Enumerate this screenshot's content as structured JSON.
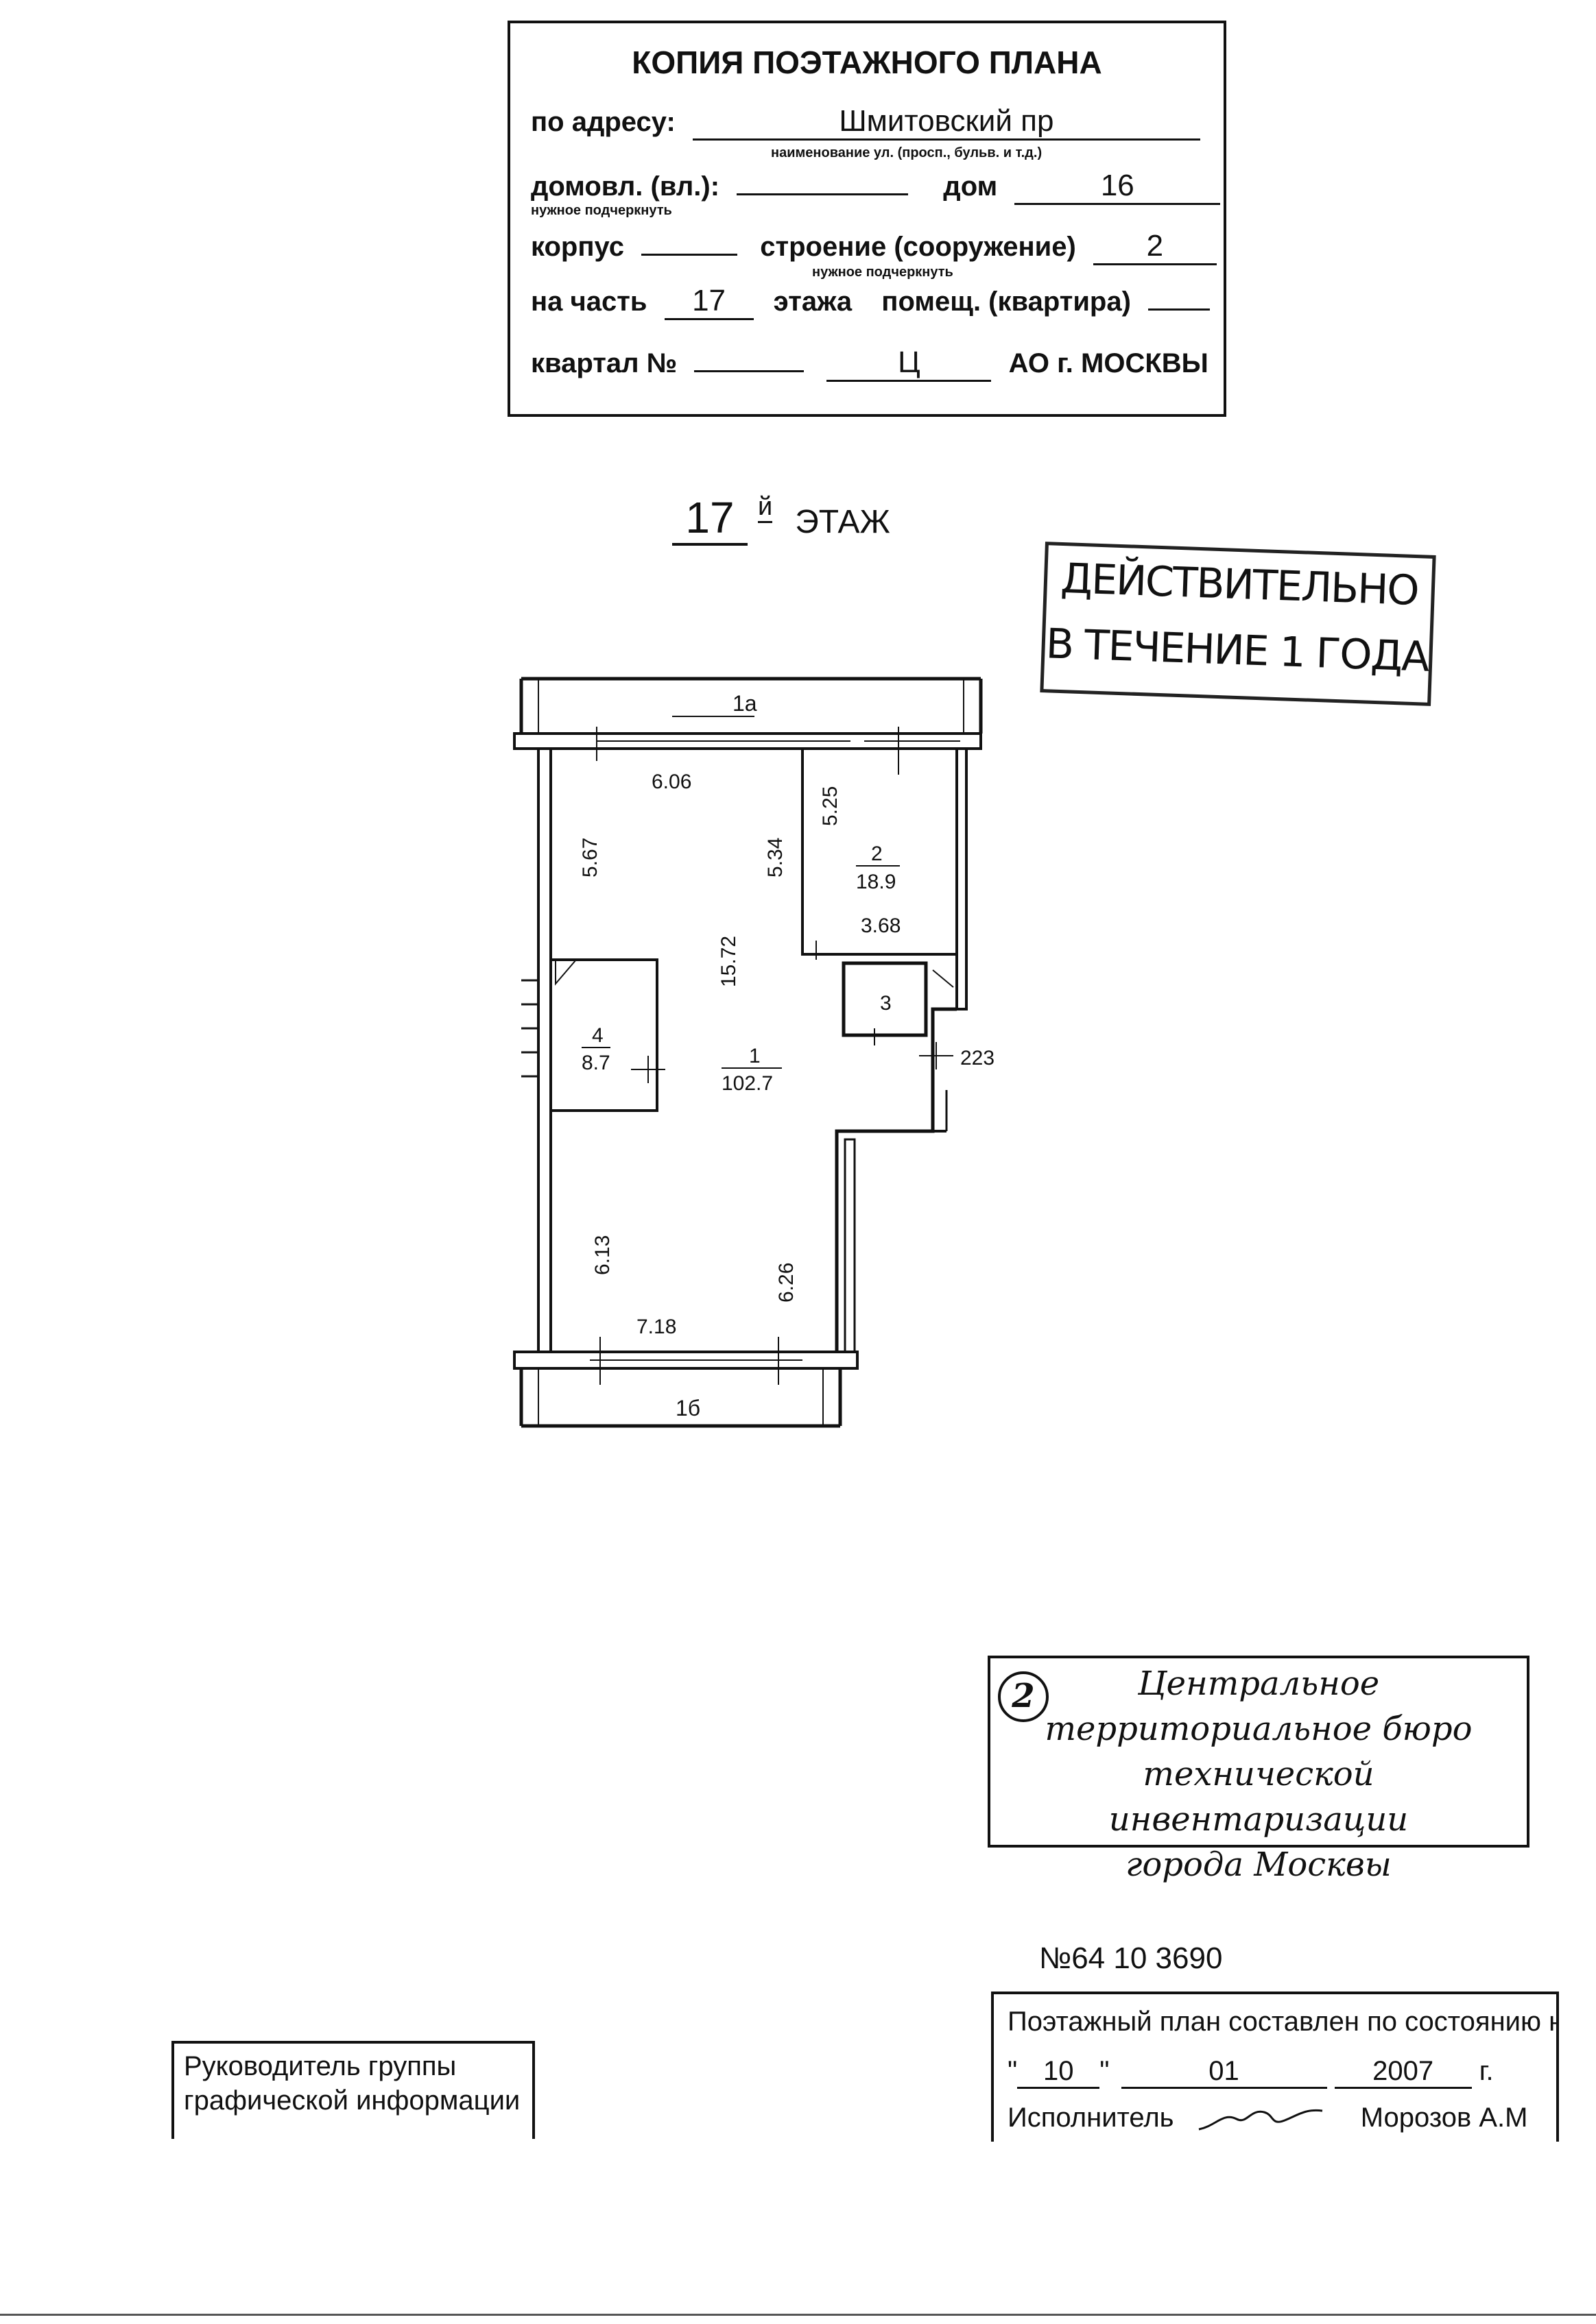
{
  "header": {
    "title": "КОПИЯ ПОЭТАЖНОГО ПЛАНА",
    "address_label": "по адресу:",
    "address_value": "Шмитовский пр",
    "address_hint": "наименование ул. (просп., бульв. и т.д.)",
    "domovl_label": "домовл. (вл.):",
    "domovl_hint": "нужное подчеркнуть",
    "dom_label": "дом",
    "dom_value": "16",
    "korpus_label": "корпус",
    "stroenie_label": "строение (сооружение)",
    "stroenie_value": "2",
    "stroenie_hint": "нужное подчеркнуть",
    "chast_label": "на часть",
    "chast_value": "17",
    "etazha_label": "этажа",
    "pomesh_label": "помещ. (квартира)",
    "kvartal_label": "квартал №",
    "ao_value": "Ц",
    "ao_label": "АО г. МОСКВЫ"
  },
  "floor": {
    "number": "17",
    "suffix": "й",
    "label": "ЭТАЖ"
  },
  "stamp_valid": {
    "line1": "ДЕЙСТВИТЕЛЬНО",
    "line2": "В ТЕЧЕНИЕ 1 ГОДА"
  },
  "plan": {
    "balcony_top": "1а",
    "balcony_bottom": "1б",
    "room1_number": "1",
    "room1_area": "102.7",
    "room2_number": "2",
    "room2_area": "18.9",
    "room3_number": "3",
    "room4_number": "4",
    "room4_area": "8.7",
    "corridor": "223",
    "dims": {
      "d606": "6.06",
      "d567": "5.67",
      "d534": "5.34",
      "d525": "5.25",
      "d1572": "15.72",
      "d368": "3.68",
      "d613": "6.13",
      "d626": "6.26",
      "d718": "7.18"
    }
  },
  "org_stamp": {
    "number": "2",
    "line1": "Центральное",
    "line2": "территориальное бюро",
    "line3": "технической инвентаризации",
    "line4": "города Москвы"
  },
  "doc_number": "№64 10 3690",
  "state": {
    "line1": "Поэтажный план составлен по состоянию на",
    "day": "10",
    "month": "01",
    "year": "2007",
    "year_suffix": "г.",
    "executor_label": "Исполнитель",
    "executor_name": "Морозов А.М"
  },
  "head": {
    "line1": "Руководитель группы",
    "line2": "графической информации"
  }
}
